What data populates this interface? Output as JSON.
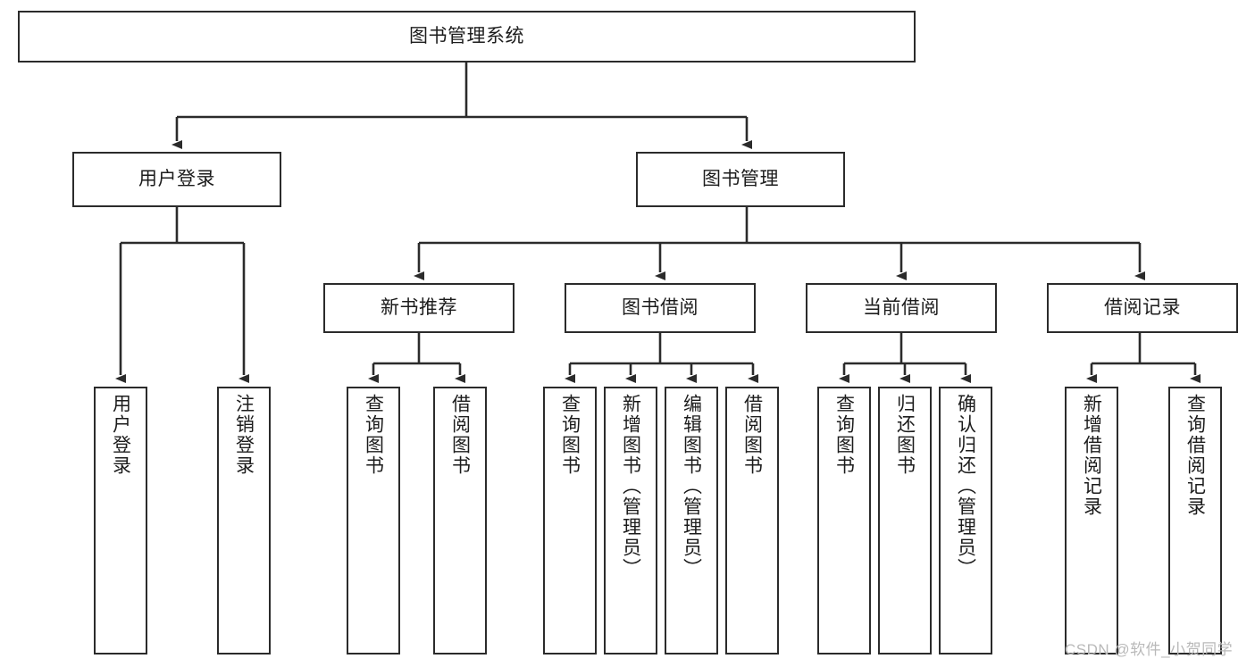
{
  "diagram": {
    "title": "图书管理系统",
    "type": "tree",
    "orientation": "top-down",
    "colors": {
      "box_border": "#2b2b2b",
      "box_fill": "#ffffff",
      "edge": "#2b2b2b",
      "text": "#1c1c1c",
      "watermark": "#b9b9b9"
    },
    "nodes": {
      "root": {
        "label": "图书管理系统",
        "level": 0,
        "orientation": "horizontal"
      },
      "l1": [
        {
          "id": "user_login",
          "label": "用户登录",
          "orientation": "horizontal"
        },
        {
          "id": "book_mgmt",
          "label": "图书管理",
          "orientation": "horizontal"
        }
      ],
      "l2": [
        {
          "id": "new_book_rec",
          "label": "新书推荐",
          "orientation": "horizontal",
          "parent": "book_mgmt"
        },
        {
          "id": "book_borrow",
          "label": "图书借阅",
          "orientation": "horizontal",
          "parent": "book_mgmt"
        },
        {
          "id": "current_borrow",
          "label": "当前借阅",
          "orientation": "horizontal",
          "parent": "book_mgmt"
        },
        {
          "id": "borrow_record",
          "label": "借阅记录",
          "orientation": "horizontal",
          "parent": "book_mgmt"
        }
      ],
      "leaves": [
        {
          "id": "leaf_user_login",
          "label": "用户登录",
          "orientation": "vertical",
          "parent": "user_login"
        },
        {
          "id": "leaf_user_logout",
          "label": "注销登录",
          "orientation": "vertical",
          "parent": "user_login"
        },
        {
          "id": "leaf_query_book_1",
          "label": "查询图书",
          "orientation": "vertical",
          "parent": "new_book_rec"
        },
        {
          "id": "leaf_borrow_book_1",
          "label": "借阅图书",
          "orientation": "vertical",
          "parent": "new_book_rec"
        },
        {
          "id": "leaf_query_book_2",
          "label": "查询图书",
          "orientation": "vertical",
          "parent": "book_borrow"
        },
        {
          "id": "leaf_add_book",
          "label": "新增图书（管理员）",
          "orientation": "vertical",
          "parent": "book_borrow"
        },
        {
          "id": "leaf_edit_book",
          "label": "编辑图书（管理员）",
          "orientation": "vertical",
          "parent": "book_borrow"
        },
        {
          "id": "leaf_borrow_book_2",
          "label": "借阅图书",
          "orientation": "vertical",
          "parent": "book_borrow"
        },
        {
          "id": "leaf_query_book_3",
          "label": "查询图书",
          "orientation": "vertical",
          "parent": "current_borrow"
        },
        {
          "id": "leaf_return_book",
          "label": "归还图书",
          "orientation": "vertical",
          "parent": "current_borrow"
        },
        {
          "id": "leaf_confirm_return",
          "label": "确认归还（管理员）",
          "orientation": "vertical",
          "parent": "current_borrow"
        },
        {
          "id": "leaf_add_record",
          "label": "新增借阅记录",
          "orientation": "vertical",
          "parent": "borrow_record"
        },
        {
          "id": "leaf_query_record",
          "label": "查询借阅记录",
          "orientation": "vertical",
          "parent": "borrow_record"
        }
      ]
    },
    "watermark": "CSDN @软件_小贺同学"
  }
}
